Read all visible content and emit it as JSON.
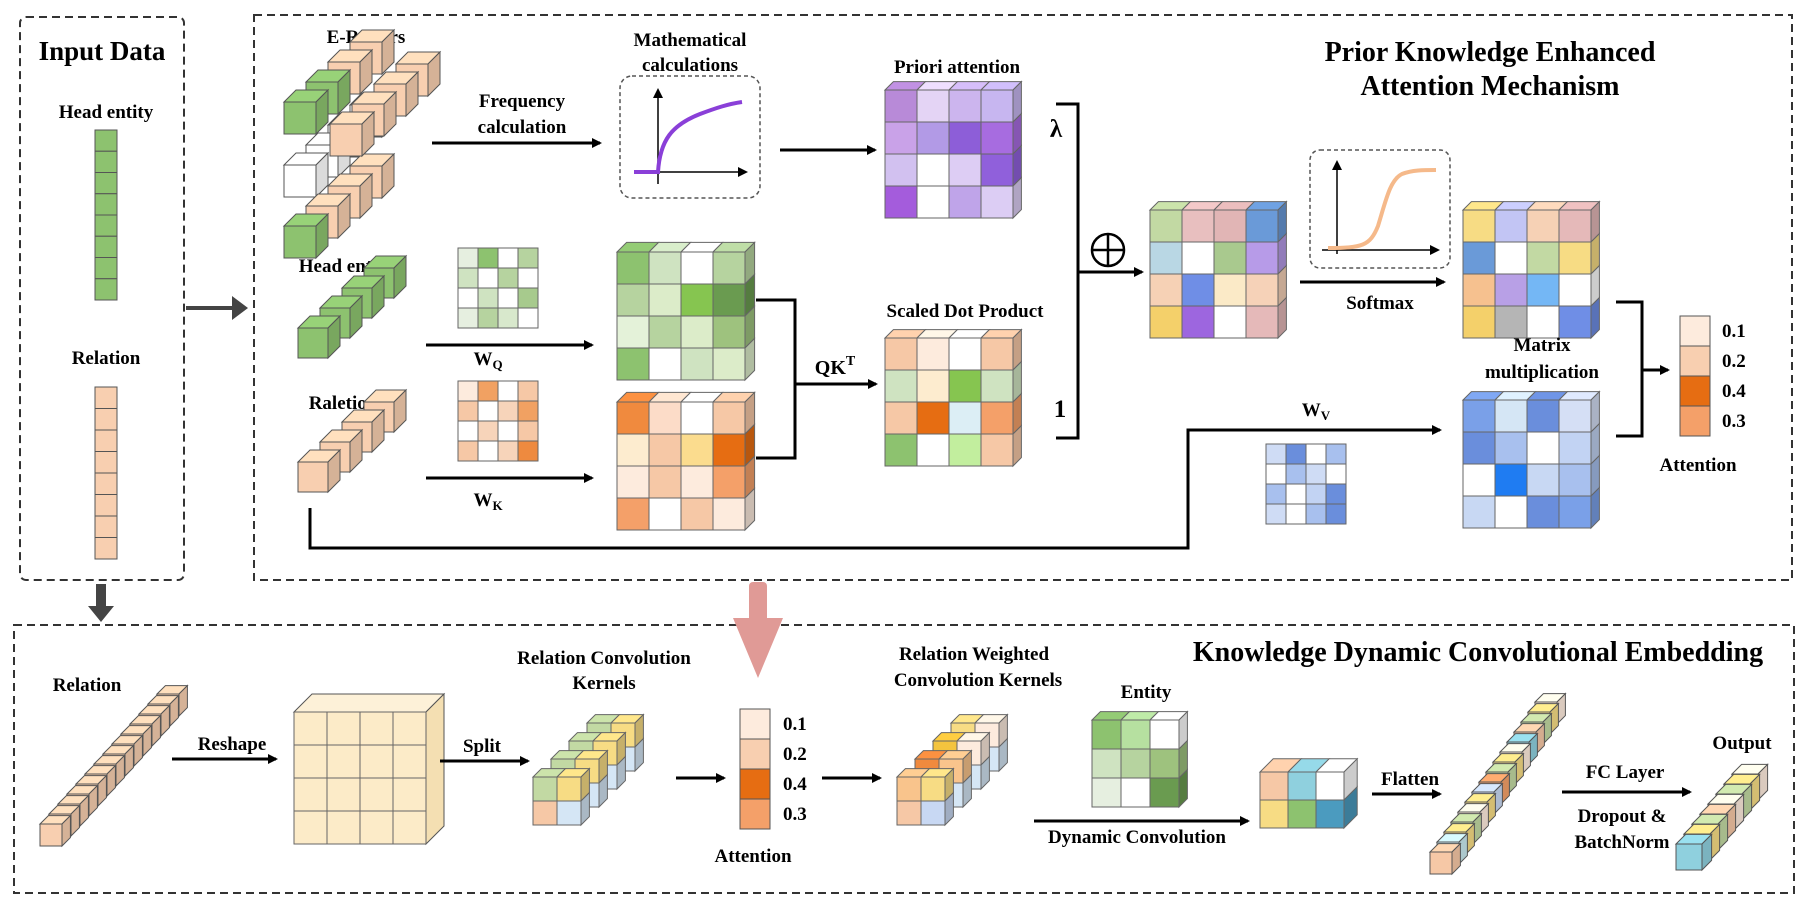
{
  "input_panel": {
    "title": "Input Data",
    "head_entity_label": "Head entity",
    "relation_label": "Relation"
  },
  "attention_panel": {
    "title_line1": "Prior Knowledge Enhanced",
    "title_line2": "Attention Mechanism",
    "er_pairs_label": "E-R pairs",
    "frequency_line1": "Frequency",
    "frequency_line2": "calculation",
    "math_line1": "Mathematical",
    "math_line2": "calculations",
    "priori_label": "Priori attention",
    "lambda_label": "λ",
    "one_label": "1",
    "oplus_label": "⊕",
    "softmax_label": "Softmax",
    "head_entity_label": "Head entity",
    "raletion_label": "Raletion",
    "wq_main": "W",
    "wq_sub": "Q",
    "wk_main": "W",
    "wk_sub": "K",
    "wv_main": "W",
    "wv_sub": "V",
    "qkt_main": "QK",
    "qkt_sup": "T",
    "scaled_label": "Scaled Dot Product",
    "matrix_line1": "Matrix",
    "matrix_line2": "multiplication",
    "attention_label": "Attention",
    "attention_values": [
      "0.1",
      "0.2",
      "0.4",
      "0.3"
    ]
  },
  "conv_panel": {
    "title": "Knowledge Dynamic Convolutional Embedding",
    "relation_label": "Relation",
    "reshape_label": "Reshape",
    "split_label": "Split",
    "kernels_line1": "Relation Convolution",
    "kernels_line2": "Kernels",
    "attention_label": "Attention",
    "attention_values": [
      "0.1",
      "0.2",
      "0.4",
      "0.3"
    ],
    "weighted_line1": "Relation Weighted",
    "weighted_line2": "Convolution Kernels",
    "entity_label": "Entity",
    "dynamic_label": "Dynamic Convolution",
    "flatten_label": "Flatten",
    "fc_label": "FC Layer",
    "dropout_line1": "Dropout &",
    "dropout_line2": "BatchNorm",
    "output_label": "Output"
  },
  "colors": {
    "green": "#8dc26f",
    "peach": "#f8cfb0",
    "purple": "#8a3fd8",
    "softmax_curve": "#f5b98a",
    "down_arrow": "#e09a96",
    "border": "#333333"
  }
}
